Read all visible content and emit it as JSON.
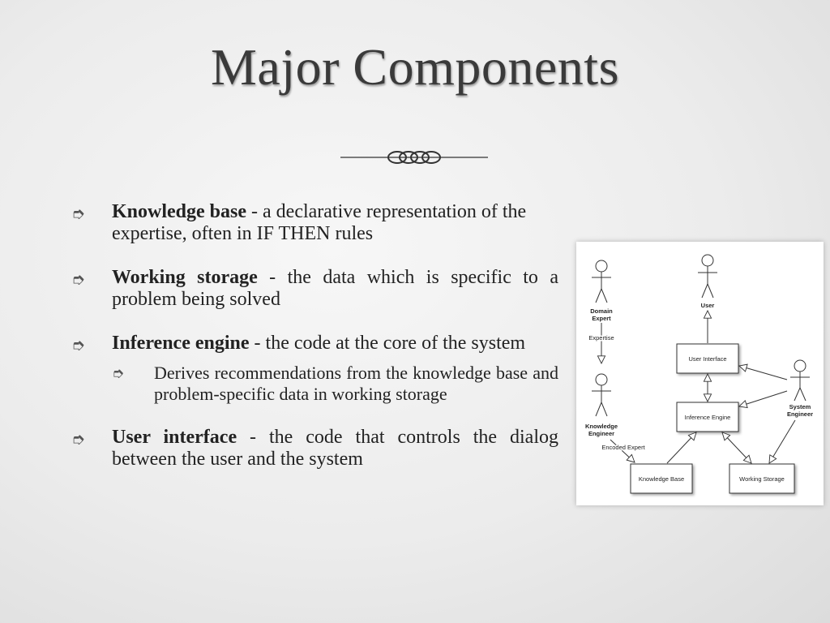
{
  "slide": {
    "title": "Major Components",
    "bullet_glyph": "➮"
  },
  "bullets": [
    {
      "term": "Knowledge base",
      "text": " - a declarative representation of the expertise, often in IF THEN rules"
    },
    {
      "term": "Working storage",
      "text": " - the data which is specific to a problem being solved"
    },
    {
      "term": "Inference engine",
      "text": " - the code at the core of the system"
    },
    {
      "term": "User interface",
      "text": " - the code that controls the dialog between the user and the system"
    }
  ],
  "sub_bullet": {
    "text": "Derives recommendations from the knowledge base and problem-specific data in working storage"
  },
  "diagram": {
    "actors": {
      "domain_expert": [
        "Domain",
        "Expert"
      ],
      "user": "User",
      "knowledge_engineer": [
        "Knowledge",
        "Engineer"
      ],
      "system_engineer": [
        "System",
        "Engineer"
      ]
    },
    "boxes": {
      "user_interface": "User Interface",
      "inference_engine": "Inference Engine",
      "knowledge_base": "Knowledge Base",
      "working_storage": "Working Storage"
    },
    "edge_labels": {
      "expertise": "Expertise",
      "encoded_expert": "Encoded Expert"
    }
  }
}
